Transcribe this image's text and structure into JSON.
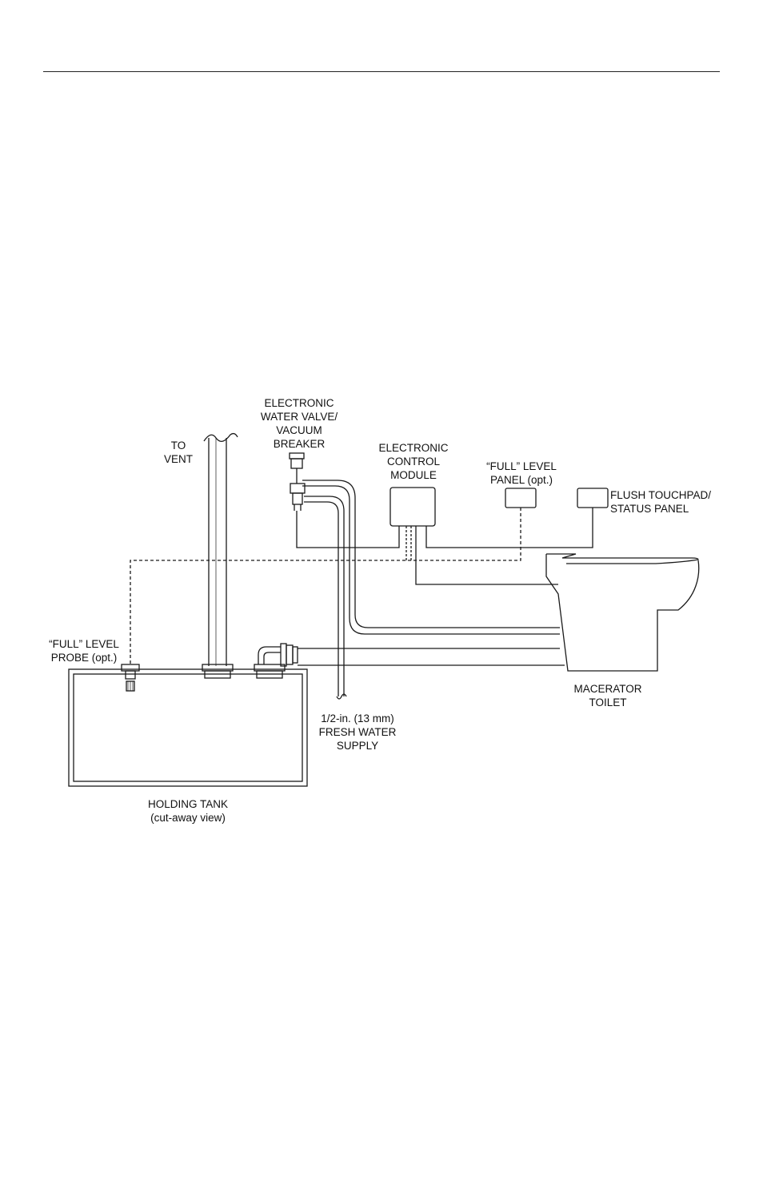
{
  "labels": {
    "water_valve": [
      "ELECTRONIC",
      "WATER VALVE/",
      "VACUUM",
      "BREAKER"
    ],
    "vent": [
      "TO",
      "VENT"
    ],
    "control_module": [
      "ELECTRONIC",
      "CONTROL",
      "MODULE"
    ],
    "level_panel": [
      "“FULL” LEVEL",
      "PANEL (opt.)"
    ],
    "touchpad": [
      "FLUSH TOUCHPAD/",
      "STATUS PANEL"
    ],
    "level_probe": [
      "“FULL” LEVEL",
      "PROBE (opt.)"
    ],
    "macerator_toilet": [
      "MACERATOR",
      "TOILET"
    ],
    "fresh_water": [
      "1/2-in. (13 mm)",
      "FRESH WATER",
      "SUPPLY"
    ],
    "holding_tank": [
      "HOLDING TANK",
      "(cut-away view)"
    ]
  },
  "colors": {
    "line": "#1a1a1a",
    "background": "#ffffff"
  }
}
